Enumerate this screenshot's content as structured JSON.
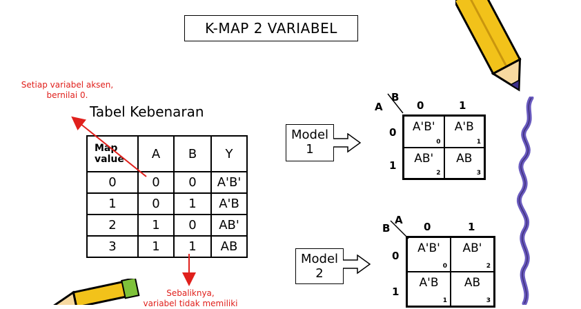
{
  "title": "K-MAP 2 VARIABEL",
  "annotation_top": [
    "Setiap variabel aksen,",
    "bernilai 0."
  ],
  "annotation_bottom": [
    "Sebaliknya,",
    "variabel tidak memiliki"
  ],
  "truth_table": {
    "label": "Tabel Kebenaran",
    "headers": [
      "Map\nvalue",
      "A",
      "B",
      "Y"
    ],
    "rows": [
      [
        "0",
        "0",
        "0",
        "A'B'"
      ],
      [
        "1",
        "0",
        "1",
        "A'B"
      ],
      [
        "2",
        "1",
        "0",
        "AB'"
      ],
      [
        "3",
        "1",
        "1",
        "AB"
      ]
    ]
  },
  "model1": {
    "label_line1": "Model",
    "label_line2": "1",
    "row_var": "A",
    "col_var": "B",
    "col_headers": [
      "0",
      "1"
    ],
    "row_headers": [
      "0",
      "1"
    ],
    "cells": [
      {
        "term": "A'B'",
        "index": "0"
      },
      {
        "term": "A'B",
        "index": "1"
      },
      {
        "term": "AB'",
        "index": "2"
      },
      {
        "term": "AB",
        "index": "3"
      }
    ]
  },
  "model2": {
    "label_line1": "Model",
    "label_line2": "2",
    "row_var": "B",
    "col_var": "A",
    "col_headers": [
      "0",
      "1"
    ],
    "row_headers": [
      "0",
      "1"
    ],
    "cells": [
      {
        "term": "A'B'",
        "index": "0"
      },
      {
        "term": "AB'",
        "index": "2"
      },
      {
        "term": "A'B",
        "index": "1"
      },
      {
        "term": "AB",
        "index": "3"
      }
    ]
  },
  "colors": {
    "annotation": "#e0201c",
    "pencil_body": "#f2c21a",
    "pencil_outline": "#000000",
    "squiggle": "#6a5bbf"
  }
}
